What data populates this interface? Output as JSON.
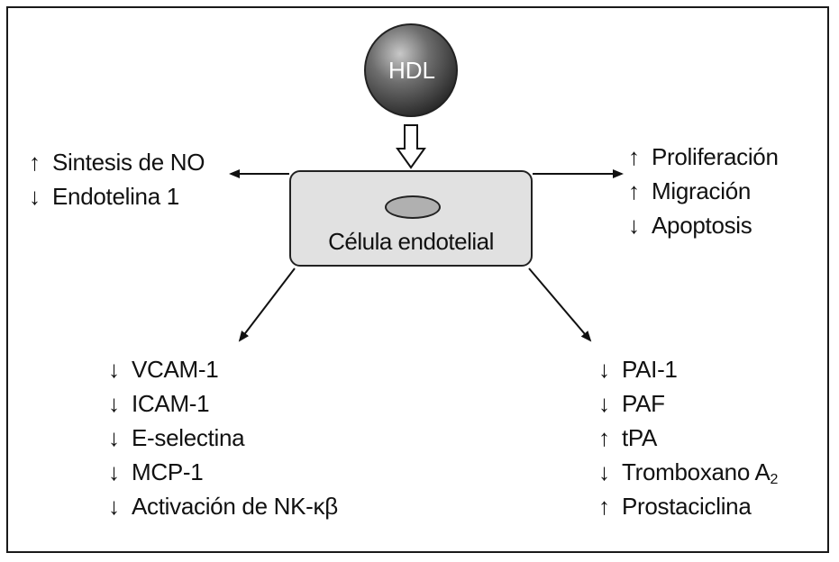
{
  "center": {
    "hdl_label": "HDL",
    "cell_label": "Célula endotelial"
  },
  "effects": {
    "left": [
      {
        "arrow": "↑",
        "text": "Sintesis de NO"
      },
      {
        "arrow": "↓",
        "text": "Endotelina 1"
      }
    ],
    "right": [
      {
        "arrow": "↑",
        "text": "Proliferación"
      },
      {
        "arrow": "↑",
        "text": "Migración"
      },
      {
        "arrow": "↓",
        "text": "Apoptosis"
      }
    ],
    "bottom_left": [
      {
        "arrow": "↓",
        "text": "VCAM-1"
      },
      {
        "arrow": "↓",
        "text": "ICAM-1"
      },
      {
        "arrow": "↓",
        "text": "E-selectina"
      },
      {
        "arrow": "↓",
        "text": "MCP-1"
      },
      {
        "arrow": "↓",
        "text": "Activación de NK-κβ"
      }
    ],
    "bottom_right": [
      {
        "arrow": "↓",
        "text": "PAI-1"
      },
      {
        "arrow": "↓",
        "text": "PAF"
      },
      {
        "arrow": "↑",
        "text": "tPA"
      },
      {
        "arrow": "↓",
        "text": "Tromboxano A",
        "sub": "2"
      },
      {
        "arrow": "↑",
        "text": "Prostaciclina"
      }
    ]
  },
  "colors": {
    "frame": "#1a1a1a",
    "cell_fill": "#e1e1e1",
    "nucleus_fill": "#b0b0b0",
    "hdl_sphere": "#5a5a5a"
  }
}
